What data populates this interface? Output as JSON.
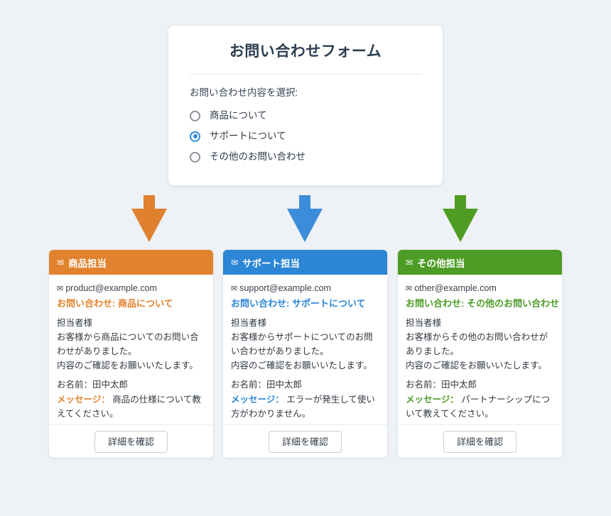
{
  "page": {
    "background_color": "#eef1f5"
  },
  "form": {
    "title": "お問い合わせフォーム",
    "prompt": "お問い合わせ内容を選択:",
    "selected_index": 1,
    "options": [
      {
        "label": "商品について",
        "checked": false
      },
      {
        "label": "サポートについて",
        "checked": true
      },
      {
        "label": "その他のお問い合わせ",
        "checked": false
      }
    ],
    "title_color": "#2c3e50",
    "accent_color": "#2d8ce0"
  },
  "arrows": [
    {
      "name": "arrow-product",
      "color": "#e0812f"
    },
    {
      "name": "arrow-support",
      "color": "#3c8dd9"
    },
    {
      "name": "arrow-other",
      "color": "#4f9c22"
    }
  ],
  "cards": [
    {
      "id": "product",
      "header_icon": "envelope-icon",
      "header_label": "商品担当",
      "header_color": "#e1832e",
      "accent_color": "#e1832e",
      "mail_icon": "envelope-icon",
      "email": "product@example.com",
      "subject": "お問い合わせ: 商品について",
      "body": "担当者様\nお客様から商品についてのお問い合わせがありました。\n内容のご確認をお願いいたします。",
      "name_line": "お名前：田中太郎",
      "message_label": "メッセージ：",
      "message_text": "商品の仕様について教えてください。",
      "button_label": "詳細を確認"
    },
    {
      "id": "support",
      "header_icon": "envelope-icon",
      "header_label": "サポート担当",
      "header_color": "#2b86d6",
      "accent_color": "#2b86d6",
      "mail_icon": "envelope-icon",
      "email": "support@example.com",
      "subject": "お問い合わせ: サポートについて",
      "body": "担当者様\nお客様からサポートについてのお問い合わせがありました。\n内容のご確認をお願いいたします。",
      "name_line": "お名前：田中太郎",
      "message_label": "メッセージ：",
      "message_text": "エラーが発生して使い方がわかりません。",
      "button_label": "詳細を確認"
    },
    {
      "id": "other",
      "header_icon": "envelope-icon",
      "header_label": "その他担当",
      "header_color": "#4c9c26",
      "accent_color": "#4c9c26",
      "mail_icon": "envelope-icon",
      "email": "other@example.com",
      "subject": "お問い合わせ: その他のお問い合わせ",
      "body": "担当者様\nお客様からその他のお問い合わせがありました。\n内容のご確認をお願いいたします。",
      "name_line": "お名前：田中太郎",
      "message_label": "メッセージ：",
      "message_text": "パートナーシップについて教えてください。",
      "button_label": "詳細を確認"
    }
  ],
  "icons": {
    "envelope_glyph": "✉"
  }
}
